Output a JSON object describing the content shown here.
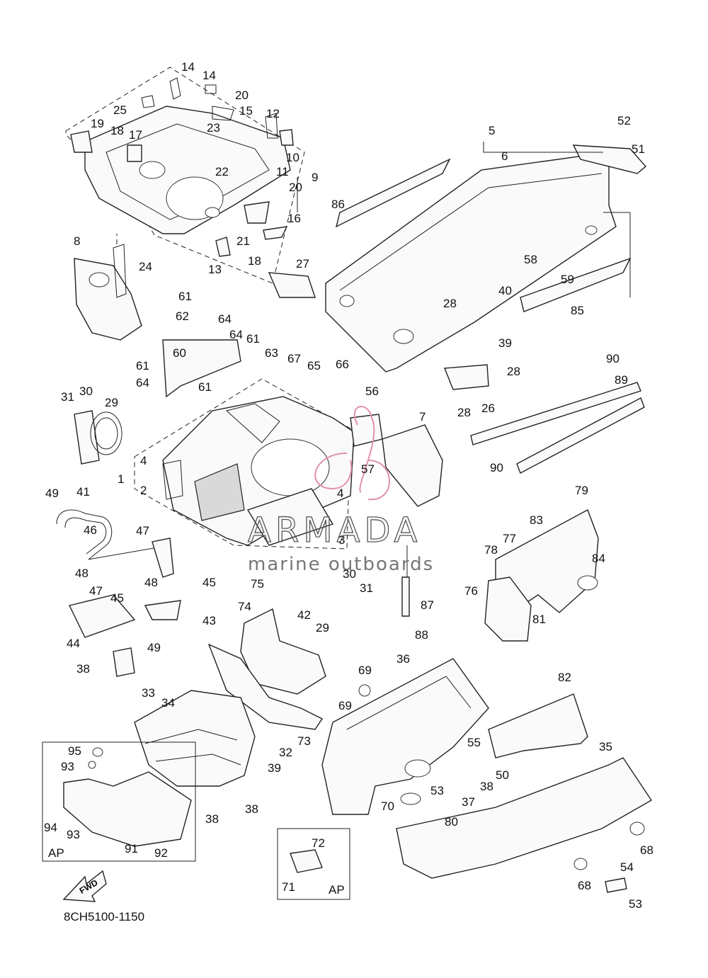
{
  "diagram": {
    "catalog_code": "8CH5100-1150",
    "fwd_label": "FWD",
    "ap_label": "AP",
    "watermark": {
      "brand": "ARMADA",
      "tagline": "marine outboards"
    },
    "callouts": [
      {
        "id": "c14a",
        "text": "14"
      },
      {
        "id": "c14b",
        "text": "14"
      },
      {
        "id": "c20a",
        "text": "20"
      },
      {
        "id": "c25",
        "text": "25"
      },
      {
        "id": "c15",
        "text": "15"
      },
      {
        "id": "c12",
        "text": "12"
      },
      {
        "id": "c23",
        "text": "23"
      },
      {
        "id": "c19",
        "text": "19"
      },
      {
        "id": "c18a",
        "text": "18"
      },
      {
        "id": "c17",
        "text": "17"
      },
      {
        "id": "c10",
        "text": "10"
      },
      {
        "id": "c22",
        "text": "22"
      },
      {
        "id": "c11",
        "text": "11"
      },
      {
        "id": "c9",
        "text": "9"
      },
      {
        "id": "c20b",
        "text": "20"
      },
      {
        "id": "c16",
        "text": "16"
      },
      {
        "id": "c21",
        "text": "21"
      },
      {
        "id": "c13",
        "text": "13"
      },
      {
        "id": "c18b",
        "text": "18"
      },
      {
        "id": "c8",
        "text": "8"
      },
      {
        "id": "c24",
        "text": "24"
      },
      {
        "id": "c27",
        "text": "27"
      },
      {
        "id": "c5",
        "text": "5"
      },
      {
        "id": "c6",
        "text": "6"
      },
      {
        "id": "c52",
        "text": "52"
      },
      {
        "id": "c51",
        "text": "51"
      },
      {
        "id": "c86",
        "text": "86"
      },
      {
        "id": "c58",
        "text": "58"
      },
      {
        "id": "c59",
        "text": "59"
      },
      {
        "id": "c40",
        "text": "40"
      },
      {
        "id": "c28a",
        "text": "28"
      },
      {
        "id": "c39a",
        "text": "39"
      },
      {
        "id": "c85",
        "text": "85"
      },
      {
        "id": "c90a",
        "text": "90"
      },
      {
        "id": "c28b",
        "text": "28"
      },
      {
        "id": "c89",
        "text": "89"
      },
      {
        "id": "c26",
        "text": "26"
      },
      {
        "id": "c28c",
        "text": "28"
      },
      {
        "id": "c90b",
        "text": "90"
      },
      {
        "id": "c61a",
        "text": "61"
      },
      {
        "id": "c62",
        "text": "62"
      },
      {
        "id": "c64a",
        "text": "64"
      },
      {
        "id": "c64b",
        "text": "64"
      },
      {
        "id": "c61b",
        "text": "61"
      },
      {
        "id": "c60",
        "text": "60"
      },
      {
        "id": "c63",
        "text": "63"
      },
      {
        "id": "c67",
        "text": "67"
      },
      {
        "id": "c65",
        "text": "65"
      },
      {
        "id": "c66",
        "text": "66"
      },
      {
        "id": "c61c",
        "text": "61"
      },
      {
        "id": "c64c",
        "text": "64"
      },
      {
        "id": "c61d",
        "text": "61"
      },
      {
        "id": "c31a",
        "text": "31"
      },
      {
        "id": "c30a",
        "text": "30"
      },
      {
        "id": "c29a",
        "text": "29"
      },
      {
        "id": "c56",
        "text": "56"
      },
      {
        "id": "c7",
        "text": "7"
      },
      {
        "id": "c4a",
        "text": "4"
      },
      {
        "id": "c1",
        "text": "1"
      },
      {
        "id": "c2",
        "text": "2"
      },
      {
        "id": "c57",
        "text": "57"
      },
      {
        "id": "c4b",
        "text": "4"
      },
      {
        "id": "c3",
        "text": "3"
      },
      {
        "id": "c49a",
        "text": "49"
      },
      {
        "id": "c41",
        "text": "41"
      },
      {
        "id": "c46",
        "text": "46"
      },
      {
        "id": "c47a",
        "text": "47"
      },
      {
        "id": "c48a",
        "text": "48"
      },
      {
        "id": "c48b",
        "text": "48"
      },
      {
        "id": "c47b",
        "text": "47"
      },
      {
        "id": "c45a",
        "text": "45"
      },
      {
        "id": "c45b",
        "text": "45"
      },
      {
        "id": "c43",
        "text": "43"
      },
      {
        "id": "c44",
        "text": "44"
      },
      {
        "id": "c49b",
        "text": "49"
      },
      {
        "id": "c38a",
        "text": "38"
      },
      {
        "id": "c33",
        "text": "33"
      },
      {
        "id": "c75",
        "text": "75"
      },
      {
        "id": "c74",
        "text": "74"
      },
      {
        "id": "c30b",
        "text": "30"
      },
      {
        "id": "c31b",
        "text": "31"
      },
      {
        "id": "c42",
        "text": "42"
      },
      {
        "id": "c29b",
        "text": "29"
      },
      {
        "id": "c87",
        "text": "87"
      },
      {
        "id": "c88",
        "text": "88"
      },
      {
        "id": "c79",
        "text": "79"
      },
      {
        "id": "c83",
        "text": "83"
      },
      {
        "id": "c77",
        "text": "77"
      },
      {
        "id": "c78",
        "text": "78"
      },
      {
        "id": "c84",
        "text": "84"
      },
      {
        "id": "c76",
        "text": "76"
      },
      {
        "id": "c81",
        "text": "81"
      },
      {
        "id": "c36",
        "text": "36"
      },
      {
        "id": "c69a",
        "text": "69"
      },
      {
        "id": "c82",
        "text": "82"
      },
      {
        "id": "c69b",
        "text": "69"
      },
      {
        "id": "c34",
        "text": "34"
      },
      {
        "id": "c73",
        "text": "73"
      },
      {
        "id": "c32",
        "text": "32"
      },
      {
        "id": "c55",
        "text": "55"
      },
      {
        "id": "c35",
        "text": "35"
      },
      {
        "id": "c95",
        "text": "95"
      },
      {
        "id": "c93a",
        "text": "93"
      },
      {
        "id": "c39b",
        "text": "39"
      },
      {
        "id": "c50",
        "text": "50"
      },
      {
        "id": "c53a",
        "text": "53"
      },
      {
        "id": "c38b",
        "text": "38"
      },
      {
        "id": "c37",
        "text": "37"
      },
      {
        "id": "c70",
        "text": "70"
      },
      {
        "id": "c38c",
        "text": "38"
      },
      {
        "id": "c38d",
        "text": "38"
      },
      {
        "id": "c94",
        "text": "94"
      },
      {
        "id": "c93b",
        "text": "93"
      },
      {
        "id": "c80",
        "text": "80"
      },
      {
        "id": "c68a",
        "text": "68"
      },
      {
        "id": "c91",
        "text": "91"
      },
      {
        "id": "c92",
        "text": "92"
      },
      {
        "id": "c72",
        "text": "72"
      },
      {
        "id": "c54",
        "text": "54"
      },
      {
        "id": "c71",
        "text": "71"
      },
      {
        "id": "c68b",
        "text": "68"
      },
      {
        "id": "c53b",
        "text": "53"
      }
    ]
  }
}
